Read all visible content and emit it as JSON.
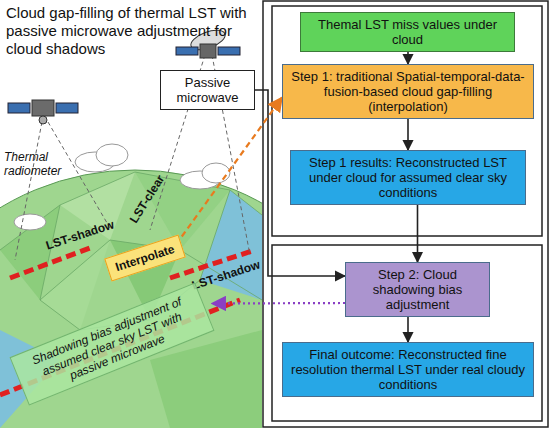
{
  "diagram": {
    "title": "Cloud gap-filling of thermal LST with passive microwave adjustment for cloud shadows",
    "nodes": [
      {
        "text": [
          "Themal LST miss values under cloud"
        ]
      },
      {
        "text": [
          "Step 1: traditional Spatial-temporal-data-fusion-based cloud gap-filling (interpolation)"
        ]
      },
      {
        "text": [
          "Step 1 results: Reconstructed LST under cloud for assumed clear sky conditions"
        ]
      },
      {
        "text": [
          "Passive microwave"
        ]
      },
      {
        "text": [
          "Step 2: Cloud shadowing bias adjustment"
        ]
      },
      {
        "text": [
          "Final outcome: Reconstructed fine resolution thermal LST under real cloudy conditions"
        ]
      },
      {
        "text": [
          "Shadowing bias adjustment of assumed clear sky LST with passive microwave"
        ]
      },
      {
        "text": [
          "Interpolate"
        ]
      }
    ],
    "edges": [
      {
        "from": 0,
        "to": 1,
        "arrow": "to"
      },
      {
        "from": 1,
        "to": 2,
        "arrow": "to"
      },
      {
        "from": 2,
        "to": 4,
        "arrow": "to"
      },
      {
        "from": 4,
        "to": 5,
        "arrow": "to"
      },
      {
        "from": 3,
        "to": 4,
        "arrow": "to"
      },
      {
        "from": 7,
        "to": 1,
        "arrow": "to"
      },
      {
        "from": 4,
        "to": 6,
        "arrow": "to"
      }
    ],
    "labels": [
      "Thermal radiometer",
      "LST-shadow",
      "LST-clear",
      "LST-shadow"
    ]
  }
}
